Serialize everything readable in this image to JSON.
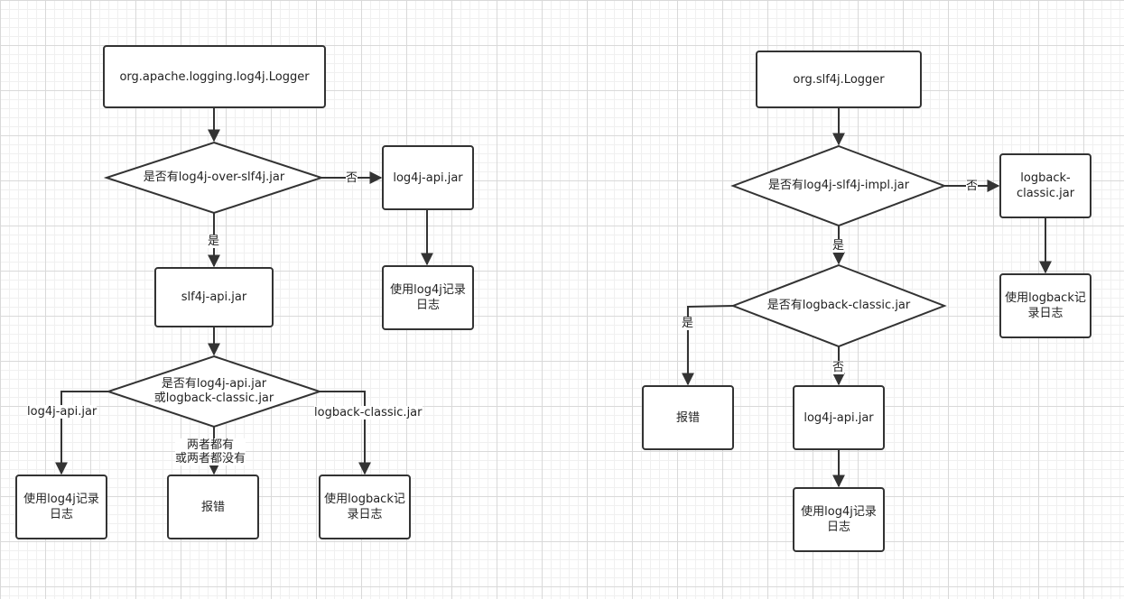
{
  "left_flow": {
    "start": "org.apache.logging.log4j.Logger",
    "decision1": "是否有log4j-over-slf4j.jar",
    "d1_no_target": "log4j-api.jar",
    "d1_no_result": "使用log4j记录日志",
    "slf4j_api": "slf4j-api.jar",
    "decision2": "是否有log4j-api.jar\n或logback-classic.jar",
    "left_result": "使用log4j记录日志",
    "mid_result": "报错",
    "right_result": "使用logback记录日志",
    "edge_no": "否",
    "edge_yes": "是",
    "edge_log4j": "log4j-api.jar",
    "edge_both": "两者都有\n或两者都没有",
    "edge_logback": "logback-classic.jar"
  },
  "right_flow": {
    "start": "org.slf4j.Logger",
    "decision1": "是否有log4j-slf4j-impl.jar",
    "d1_no_target": "logback-classic.jar",
    "d1_no_result": "使用logback记录日志",
    "decision2": "是否有logback-classic.jar",
    "error": "报错",
    "log4j_api": "log4j-api.jar",
    "log4j_result": "使用log4j记录日志",
    "edge_no": "否",
    "edge_yes": "是",
    "edge_d2_yes": "是",
    "edge_d2_no": "否"
  },
  "colors": {
    "stroke": "#333333",
    "grid": "#d9d9d9"
  }
}
